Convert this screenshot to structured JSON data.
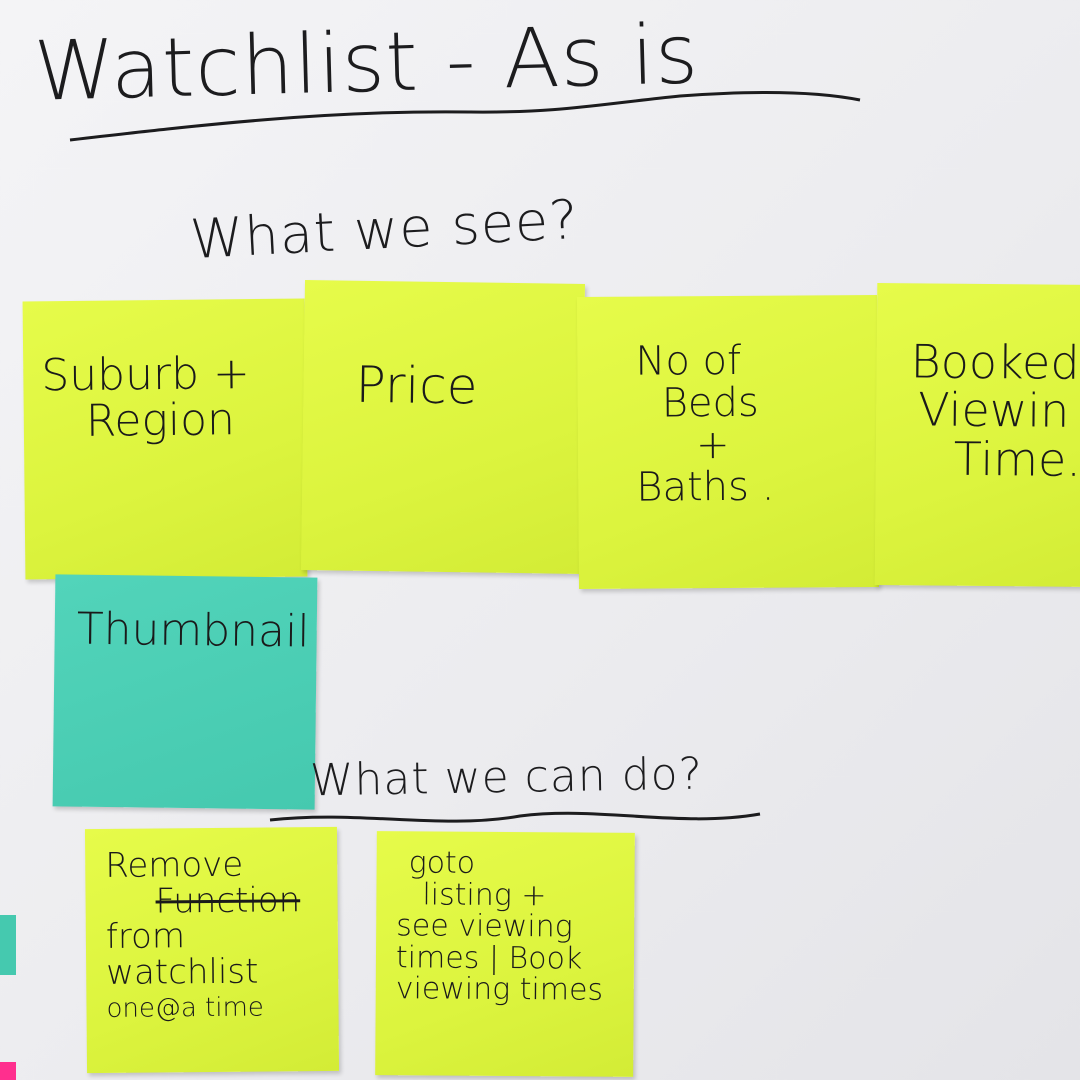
{
  "board": {
    "title": "Watchlist - As is",
    "section1_heading": "What we see?",
    "section2_heading": "What we can do?"
  },
  "notes": {
    "suburb": {
      "line1": "Suburb +",
      "line2": "Region"
    },
    "price": {
      "line1": "Price"
    },
    "beds": {
      "line1": "No of",
      "line2": "Beds",
      "line3": "+",
      "line4": "Baths ."
    },
    "booked": {
      "line1": "Booked",
      "line2": "Viewin",
      "line3": "Time."
    },
    "thumbnail": {
      "line1": "Thumbnail"
    },
    "remove": {
      "line1": "Remove",
      "line2": "Function",
      "line3": "from",
      "line4": "watchlist",
      "line5": "one@a time"
    },
    "goto": {
      "line1": "goto",
      "line2": "listing +",
      "line3": "see viewing",
      "line4": "times | Book",
      "line5": "viewing times"
    }
  },
  "colors": {
    "board": "#ececef",
    "note_yellow": "#dcf43e",
    "note_teal": "#45c9af",
    "ink": "#1c1c1e",
    "note_pink": "#ff2f8e"
  }
}
